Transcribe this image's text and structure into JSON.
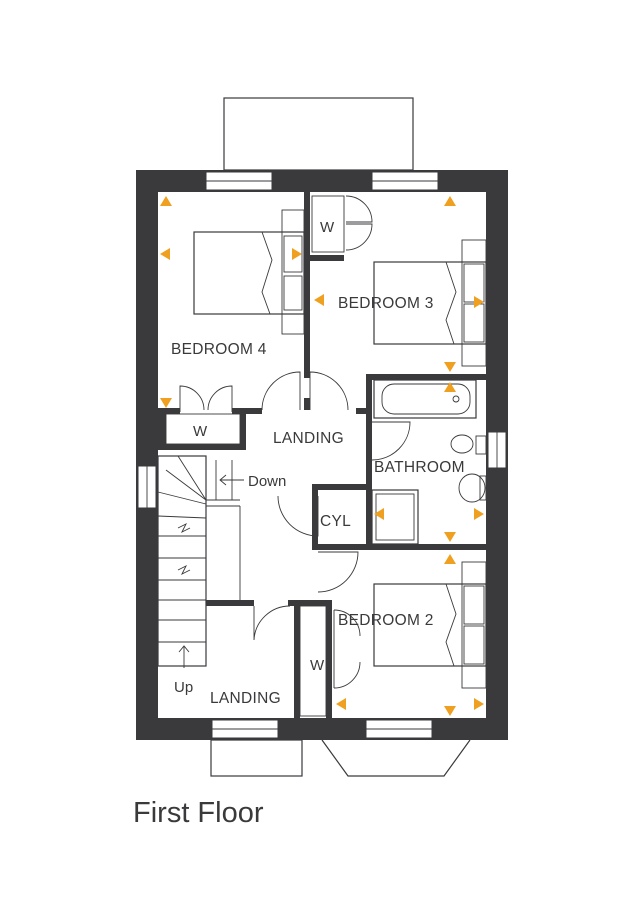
{
  "plan": {
    "title": "First Floor",
    "colors": {
      "wall": "#3a3a3c",
      "arrow": "#f0a020",
      "background": "#ffffff"
    },
    "rooms": {
      "bedroom4": "BEDROOM 4",
      "bedroom3": "BEDROOM 3",
      "bedroom2": "BEDROOM 2",
      "bathroom": "BATHROOM",
      "landing_upper": "LANDING",
      "landing_lower": "LANDING",
      "cylinder": "CYL",
      "wardrobe_bed4": "W",
      "wardrobe_bed3": "W",
      "wardrobe_bed2": "W"
    },
    "stairs": {
      "down": "Down",
      "up": "Up"
    }
  }
}
